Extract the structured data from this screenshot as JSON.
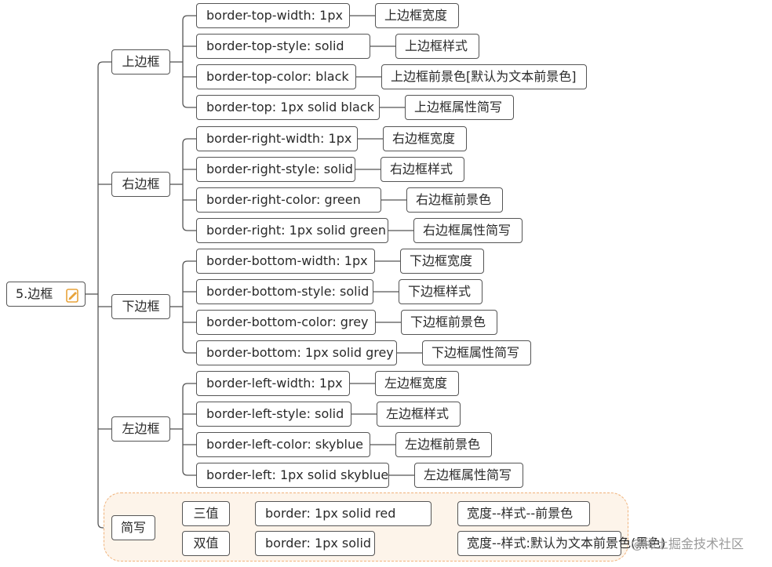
{
  "root": {
    "label": "5.边框",
    "icon": "edit-note-icon"
  },
  "branches": [
    {
      "key": "top",
      "label": "上边框",
      "items": [
        {
          "prop": "border-top-width: 1px",
          "desc": "上边框宽度"
        },
        {
          "prop": "border-top-style: solid",
          "desc": "上边框样式"
        },
        {
          "prop": "border-top-color: black",
          "desc": "上边框前景色[默认为文本前景色]"
        },
        {
          "prop": "border-top: 1px solid black",
          "desc": "上边框属性简写"
        }
      ]
    },
    {
      "key": "right",
      "label": "右边框",
      "items": [
        {
          "prop": "border-right-width: 1px",
          "desc": "右边框宽度"
        },
        {
          "prop": "border-right-style: solid",
          "desc": "右边框样式"
        },
        {
          "prop": "border-right-color: green",
          "desc": "右边框前景色"
        },
        {
          "prop": "border-right: 1px solid green",
          "desc": "右边框属性简写"
        }
      ]
    },
    {
      "key": "bottom",
      "label": "下边框",
      "items": [
        {
          "prop": "border-bottom-width: 1px",
          "desc": "下边框宽度"
        },
        {
          "prop": "border-bottom-style: solid",
          "desc": "下边框样式"
        },
        {
          "prop": "border-bottom-color: grey",
          "desc": "下边框前景色"
        },
        {
          "prop": "border-bottom: 1px solid grey",
          "desc": "下边框属性简写"
        }
      ]
    },
    {
      "key": "left",
      "label": "左边框",
      "items": [
        {
          "prop": "border-left-width: 1px",
          "desc": "左边框宽度"
        },
        {
          "prop": "border-left-style: solid",
          "desc": "左边框样式"
        },
        {
          "prop": "border-left-color: skyblue",
          "desc": "左边框前景色"
        },
        {
          "prop": "border-left: 1px solid skyblue",
          "desc": "左边框属性简写"
        }
      ]
    },
    {
      "key": "shorthand",
      "label": "简写",
      "highlighted": true,
      "items": [
        {
          "sub": "三值",
          "prop": "border: 1px solid red",
          "desc": "宽度--样式--前景色"
        },
        {
          "sub": "双值",
          "prop": "border: 1px solid",
          "desc": "宽度--样式:默认为文本前景色(黑色)"
        }
      ]
    }
  ],
  "watermark": "@稀土掘金技术社区",
  "colors": {
    "line": "#555555",
    "highlight_bg": "#fdf4ea",
    "highlight_border": "#f0b27a",
    "icon": "#e8a33a"
  }
}
